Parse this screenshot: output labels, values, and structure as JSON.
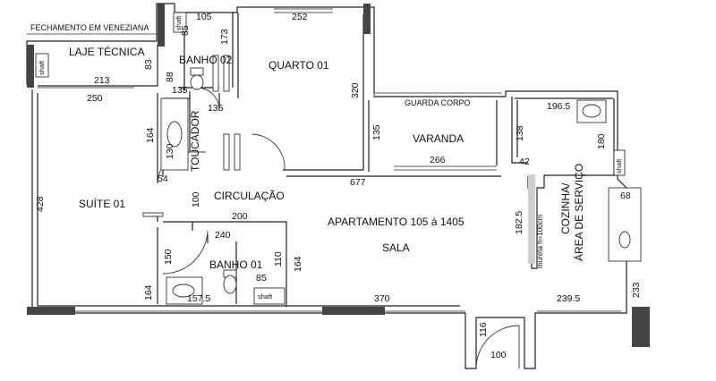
{
  "rooms": {
    "laje_tecnica": "LAJE TÉCNICA",
    "banho02": "BANHO 02",
    "quarto01": "QUARTO 01",
    "toucador": "TOUCADOR",
    "varanda": "VARANDA",
    "suite01": "SUÍTE 01",
    "circulacao": "CIRCULAÇÃO",
    "apartamento": "APARTAMENTO 105 à 1405",
    "sala": "SALA",
    "banho01": "BANHO 01",
    "cozinha": "COZINHA/",
    "area_servico": "ÁREA DE SERVIÇO"
  },
  "notes": {
    "fechamento": "FECHAMENTO EM VENEZIANA",
    "guarda_corpo": "GUARDA CORPO",
    "mureta": "mureta h=100cm",
    "shaft": "shaft"
  },
  "dims": {
    "d105": "105",
    "d252": "252",
    "d85a": "85",
    "d173": "173",
    "d83": "83",
    "d213": "213",
    "d88": "88",
    "d135a": "135",
    "d320": "320",
    "d250": "250",
    "d135b": "135",
    "d196_5": "196.5",
    "d135c": "135",
    "d164a": "164",
    "d130": "130",
    "d138": "138",
    "d180": "180",
    "d266": "266",
    "d42": "42",
    "d54": "54",
    "d677": "677",
    "d428": "428",
    "d100a": "100",
    "d68": "68",
    "d200": "200",
    "d182_5": "182.5",
    "d240": "240",
    "d150": "150",
    "d110": "110",
    "d164b": "164",
    "d85b": "85",
    "d164c": "164",
    "d157_5": "157.5",
    "d370": "370",
    "d239_5": "239.5",
    "d233": "233",
    "d116": "116",
    "d100b": "100"
  }
}
